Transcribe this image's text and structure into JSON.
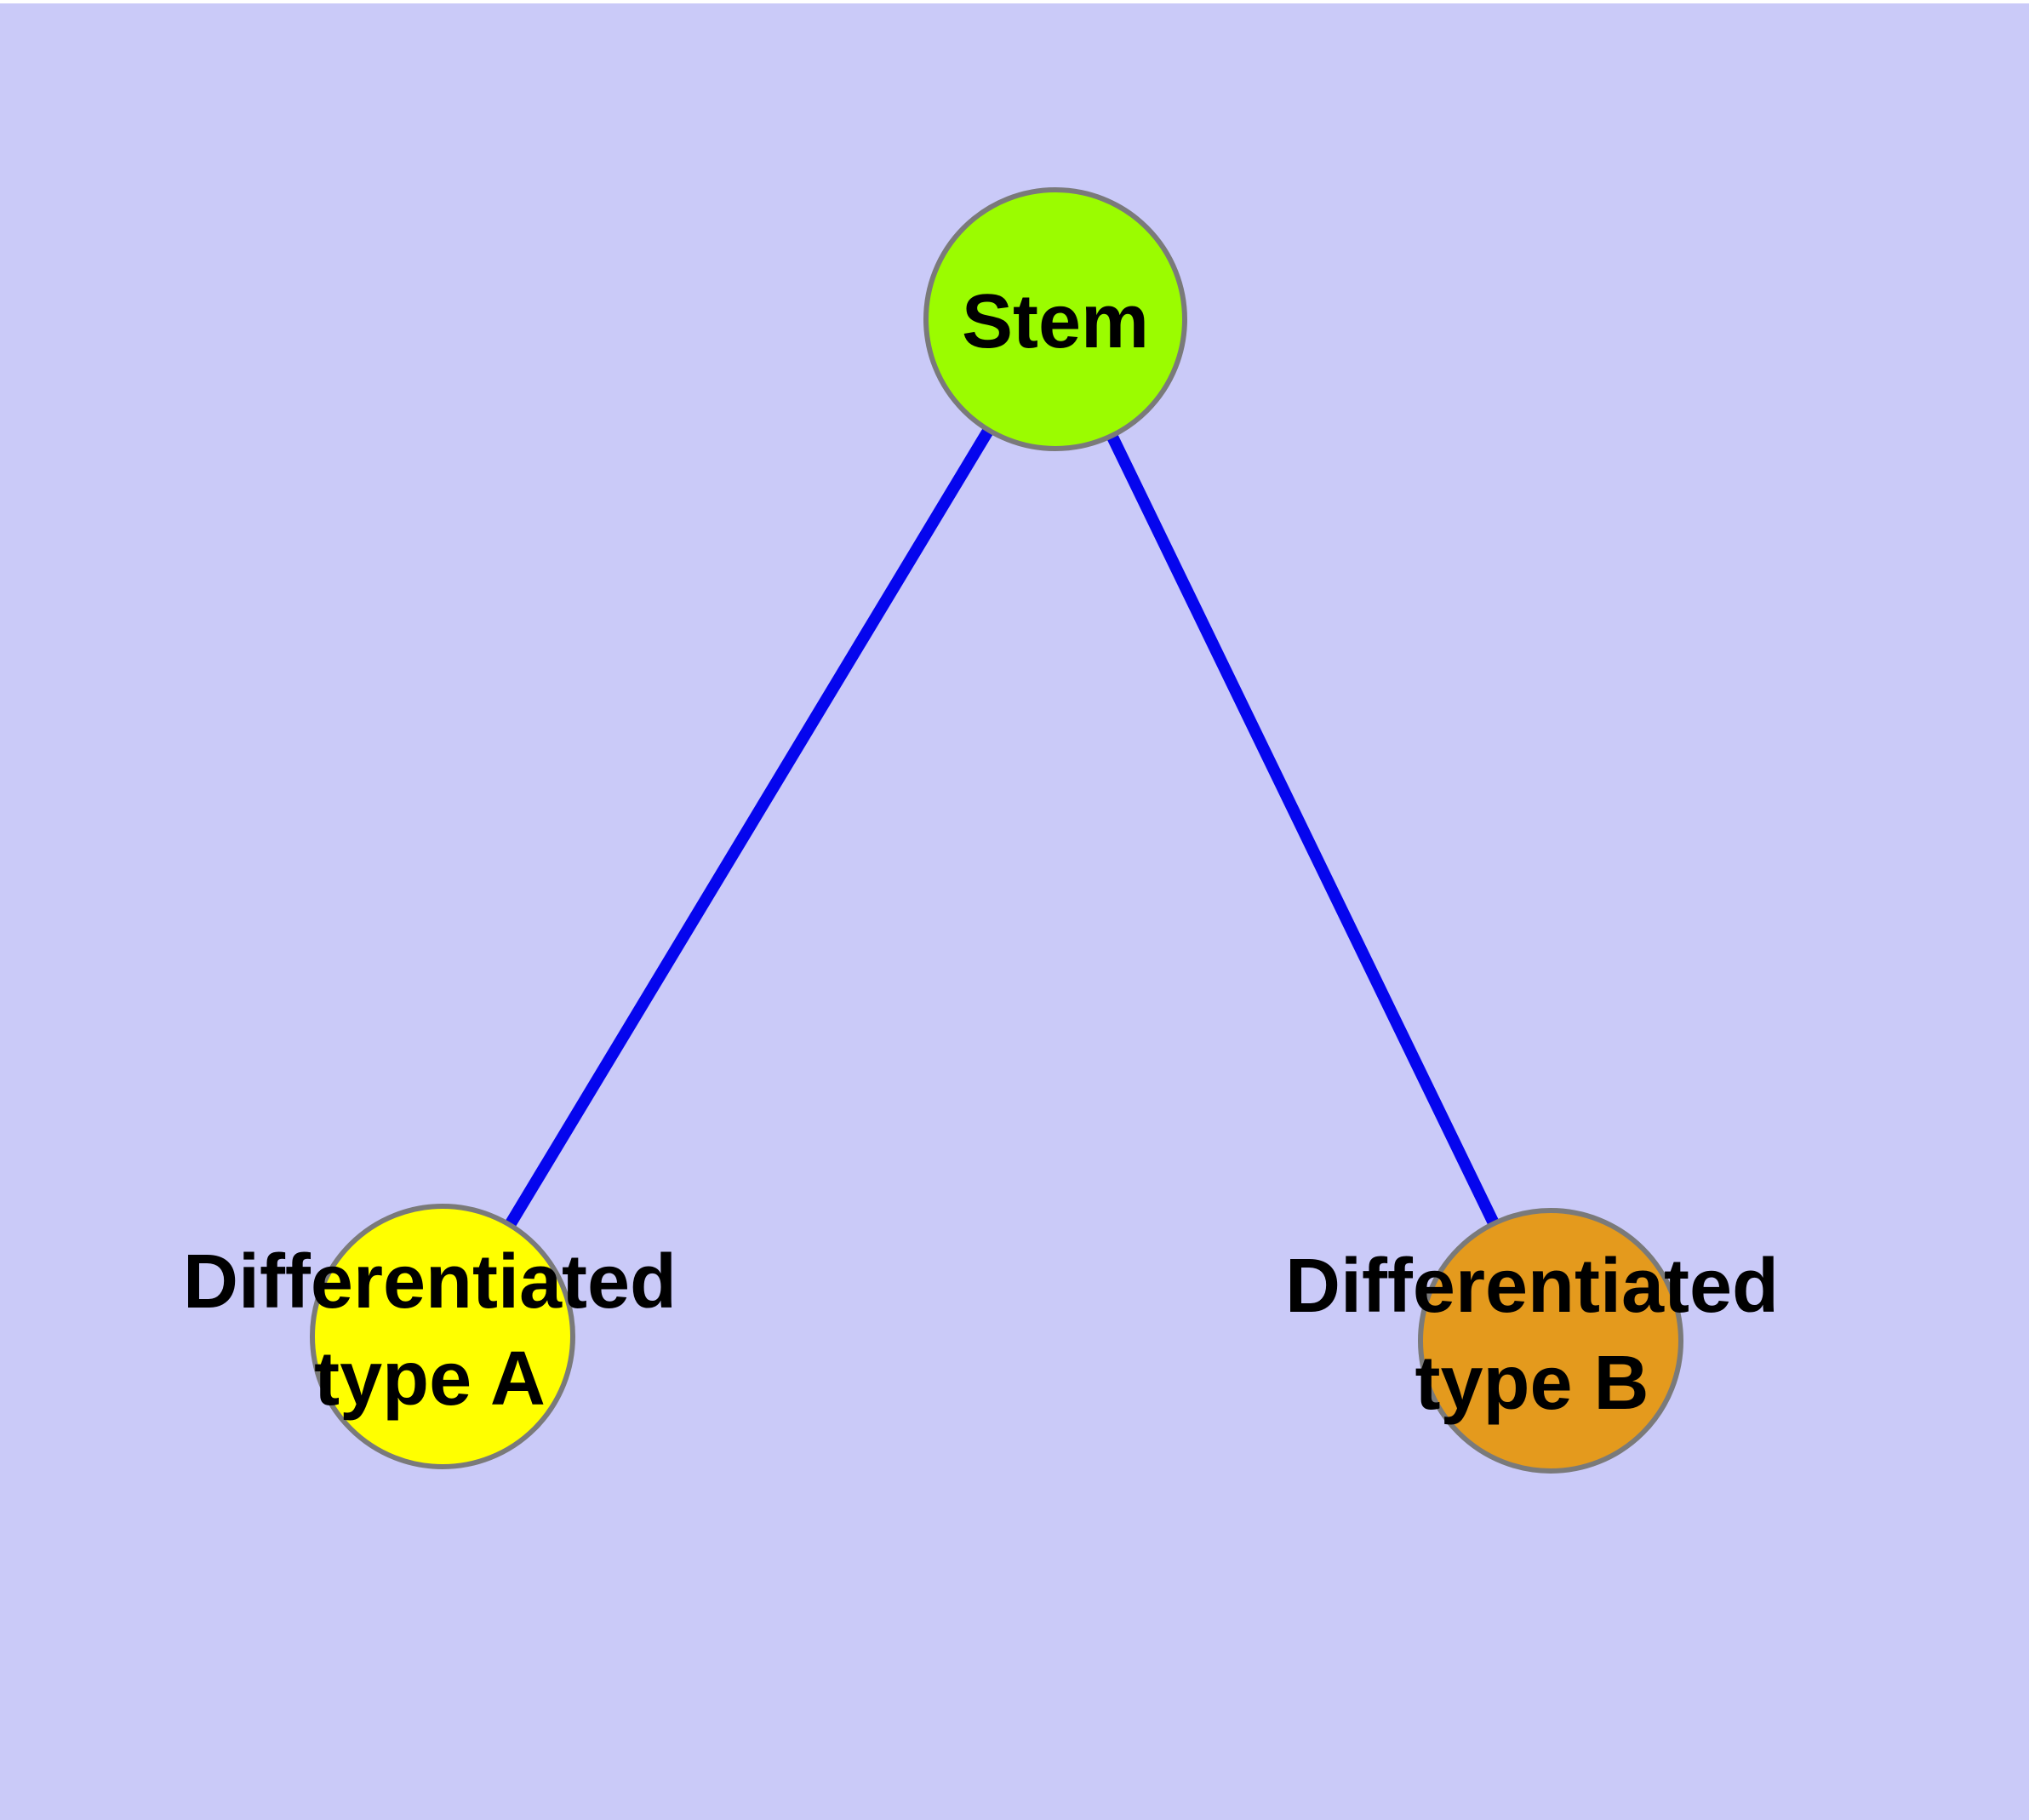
{
  "figure": {
    "type": "graph-diagram",
    "background_color": "#CACAF8",
    "top_margin_color": "#FFFFFF",
    "edge_color": "#0505EE",
    "node_border_color": "#7A7A7A",
    "label_color": "#000000",
    "nodes": [
      {
        "id": "stem",
        "label": "Stem",
        "fill": "#9BFC00"
      },
      {
        "id": "type-a",
        "label": "Differentiated type A",
        "line1": "Differentiated",
        "line2": "type A",
        "fill": "#FFFF00"
      },
      {
        "id": "type-b",
        "label": "Differentiated type B",
        "line1": "Differentiated",
        "line2": "type B",
        "fill": "#E49A1D"
      }
    ],
    "edges": [
      {
        "from": "Stem",
        "to": "Differentiated type A"
      },
      {
        "from": "Stem",
        "to": "Differentiated type B"
      }
    ]
  }
}
